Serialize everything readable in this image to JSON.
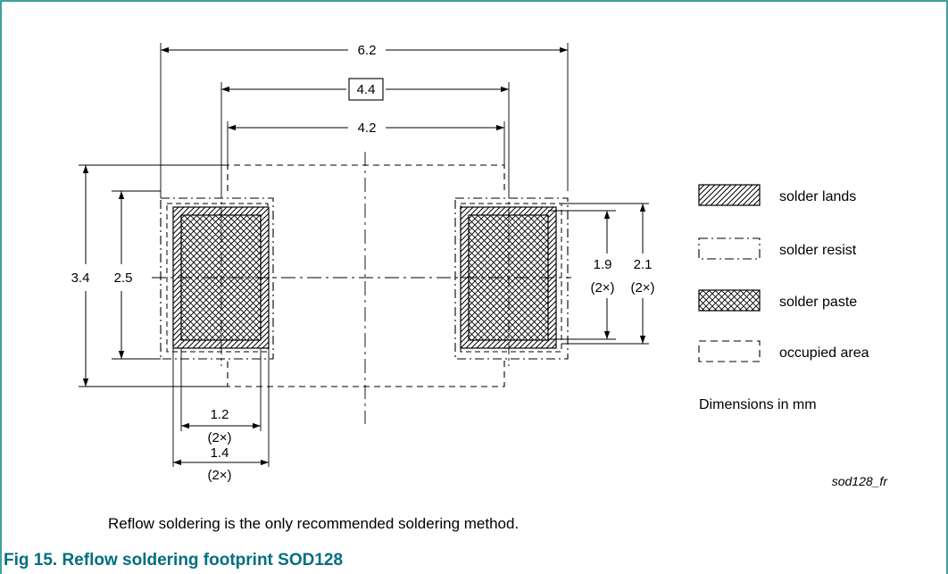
{
  "colors": {
    "frame": "#008080",
    "caption": "#006f80",
    "ink": "#000000"
  },
  "diagram": {
    "dimensions": {
      "overall_width": "6.2",
      "land_pitch_outer": "4.4",
      "land_pitch_inner": "4.2",
      "occupied_height": "3.4",
      "resist_height": "2.5",
      "paste_height": "1.9",
      "paste_height_mult": "(2×)",
      "land_height": "2.1",
      "land_height_mult": "(2×)",
      "paste_width": "1.2",
      "paste_width_mult": "(2×)",
      "land_width": "1.4",
      "land_width_mult": "(2×)"
    },
    "legend": [
      {
        "label": "solder lands",
        "icon": "hatch-icon"
      },
      {
        "label": "solder resist",
        "icon": "dash-dot-box-icon"
      },
      {
        "label": "solder paste",
        "icon": "crosshatch-icon"
      },
      {
        "label": "occupied area",
        "icon": "dashed-box-icon"
      }
    ],
    "units_note": "Dimensions in mm",
    "figure_ref": "sod128_fr"
  },
  "note": "Reflow soldering is the only recommended soldering method.",
  "caption": "Fig 15.   Reflow soldering footprint SOD128"
}
